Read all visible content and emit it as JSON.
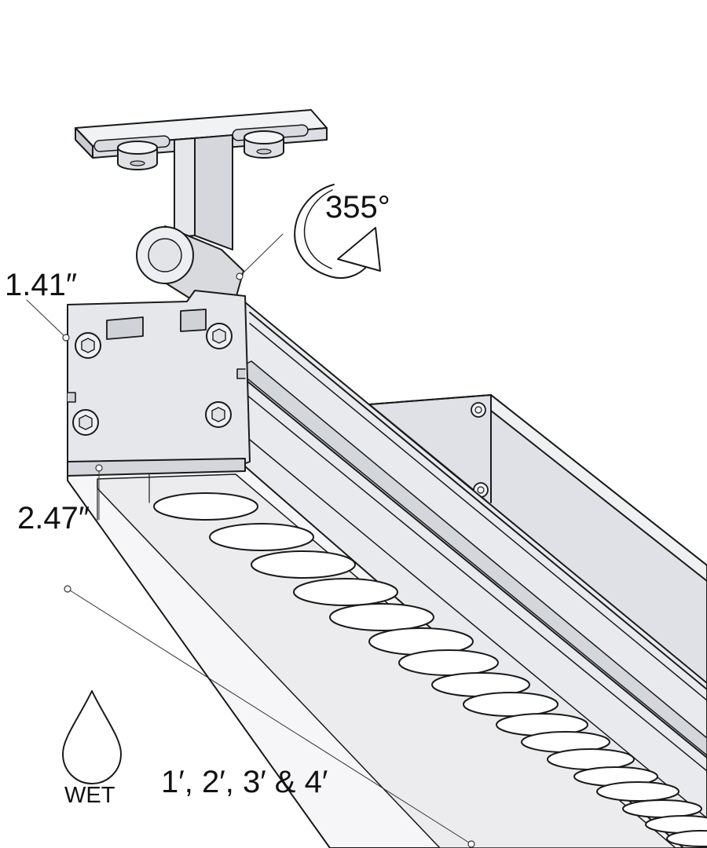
{
  "dimensions": {
    "rotation": "355°",
    "height": "1.41″",
    "width": "2.47″",
    "lengths": "1′, 2′, 3′ & 4′"
  },
  "rating": {
    "icon": "water-drop-icon",
    "label": "WET"
  },
  "colors": {
    "line": "#1a1a1a",
    "housing": "#e7e8ec",
    "housing_shadow": "#d3d5da",
    "lens": "#ffffff"
  }
}
